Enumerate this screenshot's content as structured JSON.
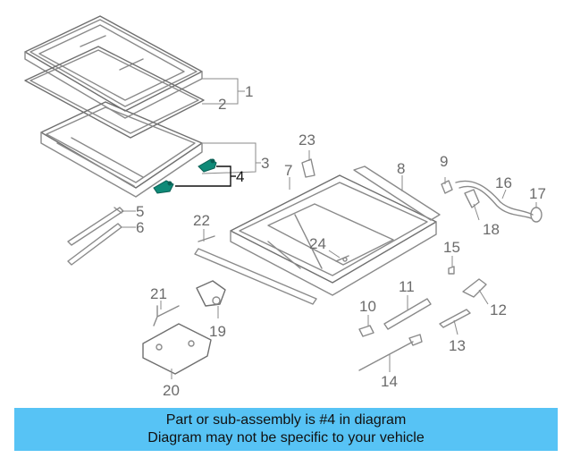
{
  "diagram": {
    "highlight_color": "#0f8a78",
    "callouts": {
      "c1": "1",
      "c2": "2",
      "c3": "3",
      "c4": "4",
      "c5": "5",
      "c6": "6",
      "c7": "7",
      "c8": "8",
      "c9": "9",
      "c10": "10",
      "c11": "11",
      "c12": "12",
      "c13": "13",
      "c14": "14",
      "c15": "15",
      "c16": "16",
      "c17": "17",
      "c18": "18",
      "c19": "19",
      "c20": "20",
      "c21": "21",
      "c22": "22",
      "c23": "23",
      "c24": "24"
    }
  },
  "banner": {
    "line1": "Part or sub-assembly is #4 in diagram",
    "line2": "Diagram may not be specific to your vehicle",
    "background": "#57c3f5"
  }
}
